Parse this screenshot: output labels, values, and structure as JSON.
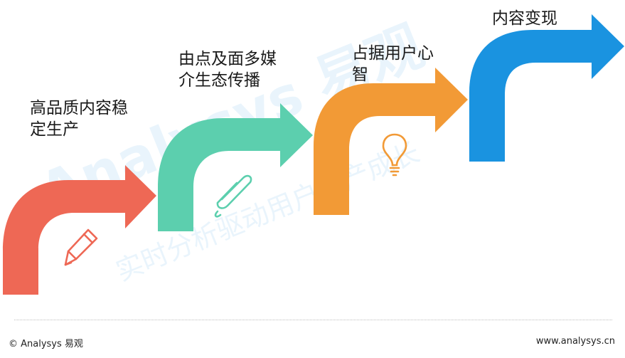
{
  "steps": [
    {
      "label": "高品质内容稳\n定生产",
      "color": "#ee6855",
      "icon": "pencil-icon"
    },
    {
      "label": "由点及面多媒\n介生态传播",
      "color": "#5ccfae",
      "icon": "paperclip-icon"
    },
    {
      "label": "占据用户心\n智",
      "color": "#f29a36",
      "icon": "lightbulb-icon"
    },
    {
      "label": "内容变现",
      "color": "#1a93e0",
      "icon": "graduation-cap-icon"
    }
  ],
  "watermark": {
    "brand": "Analysys 易观",
    "slogan": "实时分析驱动用户资产成长"
  },
  "footer": {
    "copyright": "© Analysys 易观",
    "url": "www.analysys.cn"
  }
}
